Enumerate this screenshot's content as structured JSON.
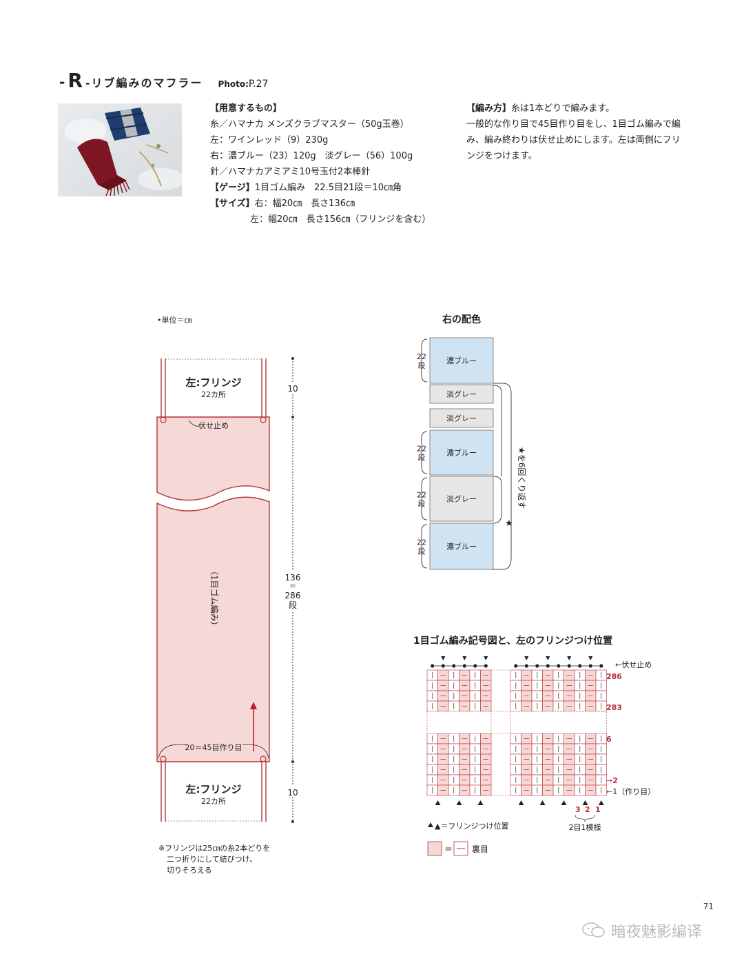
{
  "header": {
    "dash": "-",
    "letter": "R",
    "title": "-リブ編みのマフラー",
    "photo_label": "Photo:",
    "photo_page": "P.27"
  },
  "materials": {
    "heading": "【用意するもの】",
    "yarn": "糸／ハマナカ メンズクラブマスター（50g玉巻）",
    "left": "左：ワインレッド（9）230g",
    "right": "右：濃ブルー（23）120g　淡グレー（56）100g",
    "needle": "針／ハマナカアミアミ10号玉付2本棒針",
    "gauge_label": "【ゲージ】",
    "gauge": "1目ゴム編み　22.5目21段＝10㎝角",
    "size_label": "【サイズ】",
    "size_right": "右：幅20㎝　長さ136㎝",
    "size_left": "左：幅20㎝　長さ156㎝（フリンジを含む）"
  },
  "instructions": {
    "heading": "【編み方】",
    "line1": "糸は1本どりで編みます。",
    "line2": "一般的な作り目で45目作り目をし、1目ゴム編みで編",
    "line3": "み、編み終わりは伏せ止めにします。左は両側にフリ",
    "line4": "ンジをつけます。"
  },
  "schematic": {
    "unit": "•単位＝㎝",
    "fringe_top_label": "左:フリンジ",
    "fringe_top_count": "22カ所",
    "bind_off": "伏せ止め",
    "body_label": "（1目ゴム編み）",
    "cast_on": "20＝45目作り目",
    "fringe_bottom_label": "左:フリンジ",
    "fringe_bottom_count": "22カ所",
    "dim_top": "10",
    "dim_body_cm": "136",
    "dim_body_eq": "＝",
    "dim_body_rows": "286",
    "dim_body_unit": "段",
    "dim_bottom": "10",
    "note_line1": "※フリンジは25㎝の糸2本どりを",
    "note_line2": "二つ折りにして結びつけ、",
    "note_line3": "切りそろえる"
  },
  "color_chart": {
    "title": "右の配色",
    "blocks": [
      {
        "label": "濃ブルー",
        "rows": "22",
        "rows_unit": "段",
        "color": "#cfe3f3"
      },
      {
        "label": "淡グレー",
        "rows": "",
        "rows_unit": "",
        "color": "#e6e6e6"
      },
      {
        "label": "淡グレー",
        "rows": "",
        "rows_unit": "",
        "color": "#e6e6e6"
      },
      {
        "label": "濃ブルー",
        "rows": "22",
        "rows_unit": "段",
        "color": "#cfe3f3"
      },
      {
        "label": "淡グレー",
        "rows": "22",
        "rows_unit": "段",
        "color": "#e6e6e6"
      },
      {
        "label": "濃ブルー",
        "rows": "22",
        "rows_unit": "段",
        "color": "#cfe3f3"
      }
    ],
    "repeat_note": "★を6回くり返す",
    "star": "★"
  },
  "stitch_chart": {
    "title": "1目ゴム編み記号図と、左のフリンジつけ位置",
    "bind_off": "伏せ止め",
    "row_286": "286",
    "row_283": "283",
    "row_6": "6",
    "row_2": "2",
    "row_1": "1（作り目）",
    "nums": [
      "3",
      "2",
      "1"
    ],
    "repeat": "2目1模様",
    "fringe_legend": "▲＝フリンジつけ位置",
    "legend_eq": "＝",
    "legend_label": "裏目",
    "pink": "#f6d9d6",
    "red": "#b5323a"
  },
  "page_number": "71",
  "watermark": "暗夜魅影编译"
}
